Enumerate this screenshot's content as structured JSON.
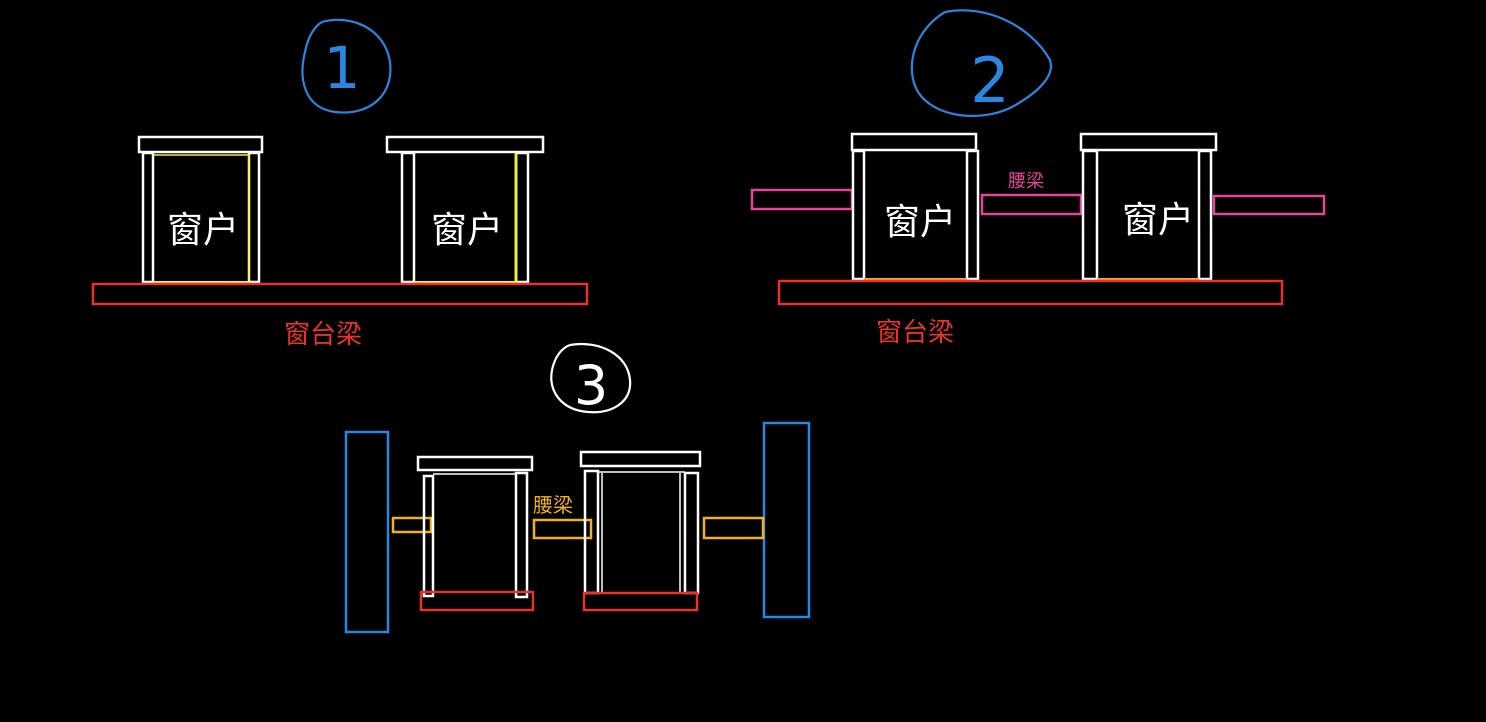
{
  "colors": {
    "background": "#000000",
    "window": "#ffffff",
    "window_accent": "#f2ee3a",
    "sill_beam": "#e8332c",
    "waist_beam_2": "#e8449a",
    "waist_beam_3": "#f0b021",
    "column": "#2a86e0",
    "circle_1": "#2a86e0",
    "circle_2": "#2a86e0",
    "circle_3": "#ffffff"
  },
  "diagram_1": {
    "number": "1",
    "window_labels": [
      "窗户",
      "窗户"
    ],
    "beam_label": "窗台梁"
  },
  "diagram_2": {
    "number": "2",
    "window_labels": [
      "窗户",
      "窗户"
    ],
    "waist_beam_label": "腰梁",
    "beam_label": "窗台梁"
  },
  "diagram_3": {
    "number": "3",
    "waist_beam_label": "腰梁"
  }
}
